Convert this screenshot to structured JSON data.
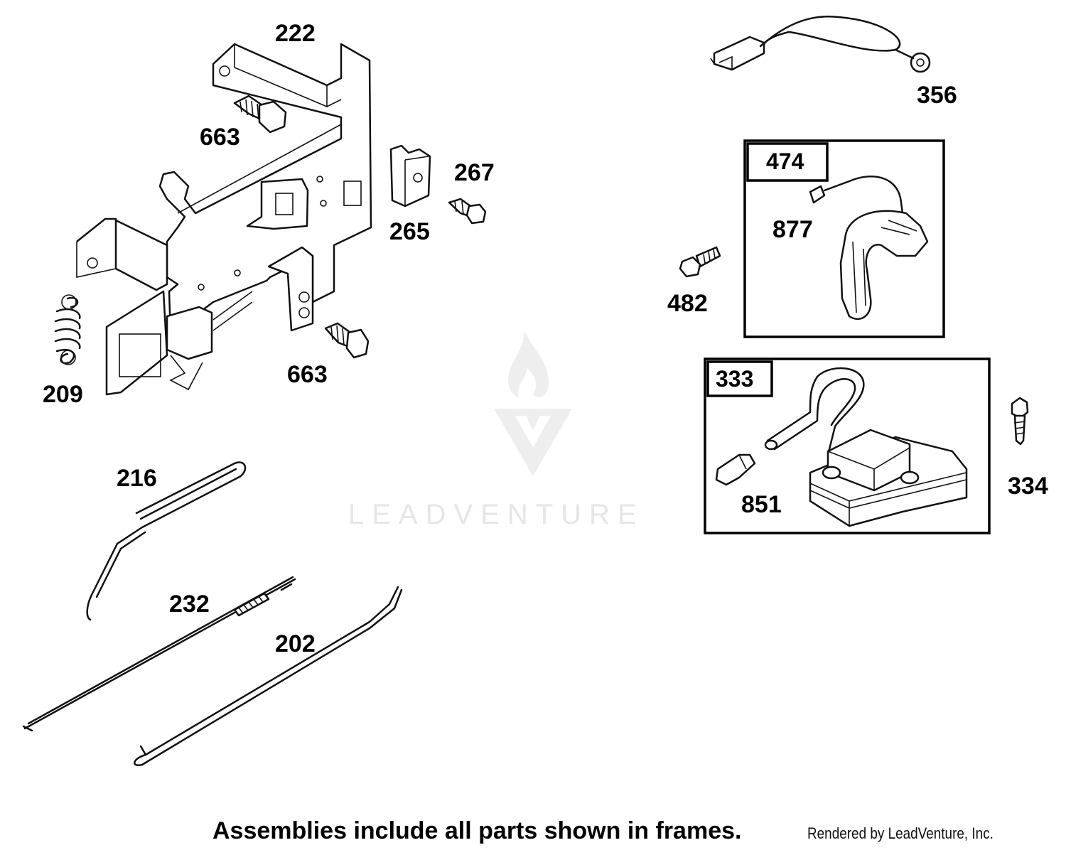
{
  "callouts": {
    "p222": "222",
    "p663_top": "663",
    "p267": "267",
    "p265": "265",
    "p209": "209",
    "p663_bottom": "663",
    "p216": "216",
    "p232": "232",
    "p202": "202",
    "p356": "356",
    "p877": "877",
    "p482": "482",
    "p851": "851",
    "p334": "334"
  },
  "frames": {
    "f474": "474",
    "f333": "333"
  },
  "footer": {
    "note": "Assemblies include all parts shown in frames.",
    "credit": "Rendered by LeadVenture, Inc."
  },
  "watermark": {
    "text": "LEADVENTURE"
  },
  "colors": {
    "ink": "#111111",
    "watermark": "#e6e6e6"
  }
}
